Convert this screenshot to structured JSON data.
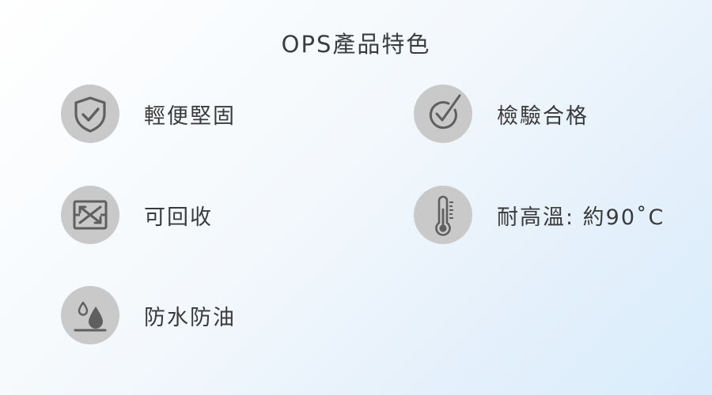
{
  "title": "OPS產品特色",
  "features": [
    {
      "label": "輕便堅固",
      "icon": "shield-check-icon"
    },
    {
      "label": "檢驗合格",
      "icon": "circle-check-icon"
    },
    {
      "label": "可回收",
      "icon": "recycle-icon"
    },
    {
      "label": "耐高溫: 約90˚C",
      "icon": "thermometer-icon"
    },
    {
      "label": "防水防油",
      "icon": "water-drop-icon"
    }
  ],
  "colors": {
    "icon_circle": "#c9c9c9",
    "icon_stroke": "#5f5f5f",
    "text": "#3a3a3a",
    "background_light": "#ffffff",
    "background_tint": "#d9ecfb"
  }
}
